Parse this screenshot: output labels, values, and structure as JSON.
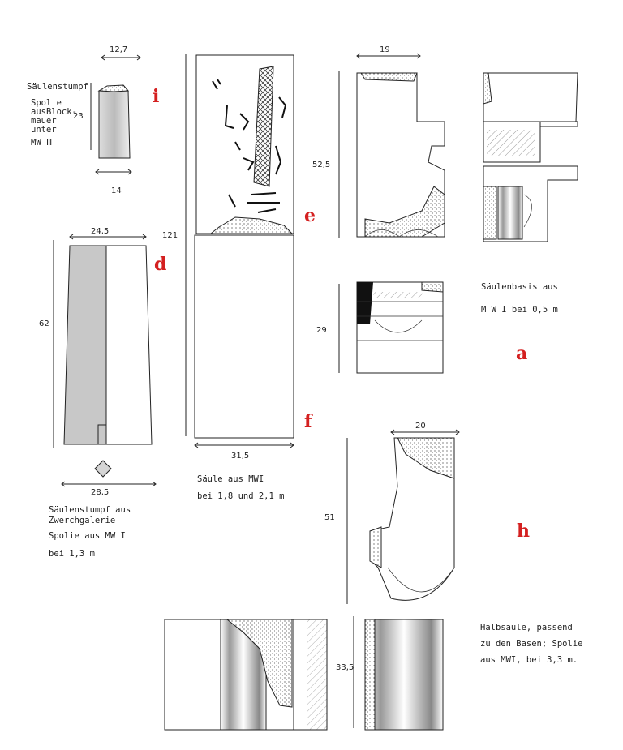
{
  "dimensions": {
    "i_top": "12,7",
    "i_height": "23",
    "i_bottom": "14",
    "d_top": "24,5",
    "d_height": "62",
    "d_bottom": "28,5",
    "ef_height": "121",
    "ef_width": "31,5",
    "a_width": "19",
    "a_height_top": "52,5",
    "a_height_bottom": "29",
    "h_width": "20",
    "h_height": "51",
    "h2_height": "33,5"
  },
  "labels": {
    "i": "i",
    "d": "d",
    "e": "e",
    "f": "f",
    "a": "a",
    "h": "h"
  },
  "captions": {
    "i_lines": [
      "Säulenstumpf",
      "Spolie",
      "ausBlock-",
      "mauer",
      "unter",
      "MW Ⅲ"
    ],
    "d_lines": [
      "Säulenstumpf aus",
      "Zwerchgalerie",
      "Spolie aus MW I",
      "bei 1,3 m"
    ],
    "ef_lines": [
      "Säule aus MWI",
      "bei 1,8 und 2,1 m"
    ],
    "a_lines": [
      "Säulenbasis aus",
      "M W I  bei 0,5 m"
    ],
    "h_lines": [
      "Halbsäule, passend",
      "zu den Basen; Spolie",
      "aus MWI, bei 3,3 m."
    ]
  },
  "colors": {
    "tag_red": "#d42020",
    "shade_gray": "#c8c8c8",
    "dark_fill": "#111111"
  }
}
